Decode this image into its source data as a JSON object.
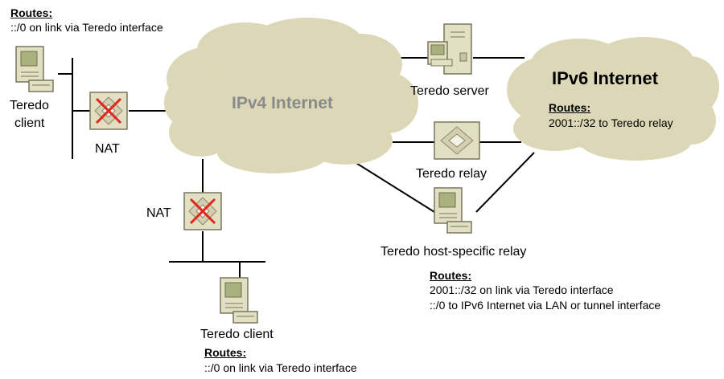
{
  "colors": {
    "cloud": "#dcd8b7",
    "device_body": "#e3dfc2",
    "device_edge": "#7a7660",
    "screen": "#a9b17c",
    "nat_x": "#e0261c",
    "ipv4_text": "#8a8a8a",
    "line": "#000000"
  },
  "clouds": {
    "ipv4": "IPv4 Internet",
    "ipv6": "IPv6 Internet"
  },
  "nodes": {
    "teredo_client_top": {
      "label_line1": "Teredo",
      "label_line2": "client",
      "icon": "computer-icon"
    },
    "nat_top": {
      "label": "NAT",
      "icon": "nat-crossed-icon"
    },
    "nat_bottom": {
      "label": "NAT",
      "icon": "nat-crossed-icon"
    },
    "teredo_server": {
      "label": "Teredo server",
      "icon": "server-icon"
    },
    "teredo_relay": {
      "label": "Teredo relay",
      "icon": "router-icon"
    },
    "host_specific_relay": {
      "label": "Teredo host-specific relay",
      "icon": "computer-icon"
    },
    "teredo_client_bottom": {
      "label": "Teredo client",
      "icon": "computer-icon"
    }
  },
  "routes": {
    "client_top": {
      "heading": "Routes:",
      "lines": [
        "::/0 on link via Teredo interface"
      ]
    },
    "ipv6_internet": {
      "heading": "Routes:",
      "lines": [
        "2001::/32 to Teredo relay"
      ]
    },
    "host_specific_relay": {
      "heading": "Routes:",
      "lines": [
        "2001::/32 on link via Teredo interface",
        "::/0 to IPv6 Internet via LAN or tunnel interface"
      ]
    },
    "client_bottom": {
      "heading": "Routes:",
      "lines": [
        "::/0 on link via Teredo interface"
      ]
    }
  }
}
